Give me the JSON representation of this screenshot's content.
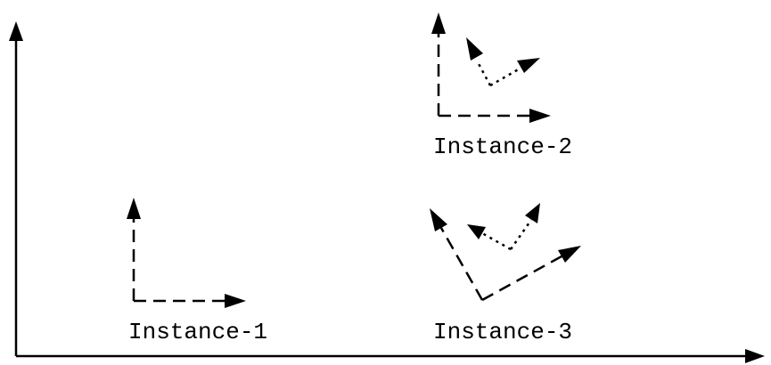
{
  "instances": [
    {
      "id": "instance-1",
      "label": "Instance-1"
    },
    {
      "id": "instance-2",
      "label": "Instance-2"
    },
    {
      "id": "instance-3",
      "label": "Instance-3"
    }
  ],
  "colors": {
    "ink": "#000000",
    "background": "#ffffff"
  }
}
